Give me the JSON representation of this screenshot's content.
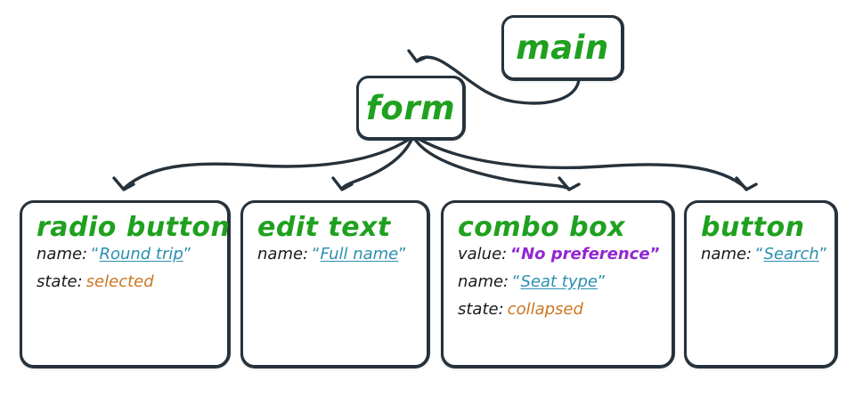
{
  "diagram": {
    "title": "accessibility-tree",
    "background_color": "#ffffff",
    "stroke_color": "#26323c",
    "colors": {
      "node_title_green": "#1fa11f",
      "label_black": "#17191c",
      "value_link_teal": "#2b8fb0",
      "value_state_orange": "#cc7722",
      "value_accent_purple": "#9326d4"
    },
    "nodes": {
      "main": {
        "title": "main"
      },
      "form": {
        "title": "form"
      },
      "radio_button": {
        "title": "radio button",
        "props": [
          {
            "key": "name:",
            "value": "Round trip",
            "style": "link",
            "quoted": true
          },
          {
            "key": "state:",
            "value": "selected",
            "style": "plain",
            "quoted": false
          }
        ]
      },
      "edit_text": {
        "title": "edit text",
        "props": [
          {
            "key": "name:",
            "value": "Full name",
            "style": "link",
            "quoted": true
          }
        ]
      },
      "combo_box": {
        "title": "combo box",
        "props": [
          {
            "key": "value:",
            "value": "No preference",
            "style": "accent",
            "quoted": true
          },
          {
            "key": "name:",
            "value": "Seat type",
            "style": "link",
            "quoted": true
          },
          {
            "key": "state:",
            "value": "collapsed",
            "style": "plain",
            "quoted": false
          }
        ]
      },
      "button": {
        "title": "button",
        "props": [
          {
            "key": "name:",
            "value": "Search",
            "style": "link",
            "quoted": true
          }
        ]
      }
    },
    "quote_open": "“",
    "quote_close": "”",
    "edges": [
      {
        "from": "main",
        "to": "form"
      },
      {
        "from": "form",
        "to": "radio_button"
      },
      {
        "from": "form",
        "to": "edit_text"
      },
      {
        "from": "form",
        "to": "combo_box"
      },
      {
        "from": "form",
        "to": "button"
      }
    ]
  }
}
